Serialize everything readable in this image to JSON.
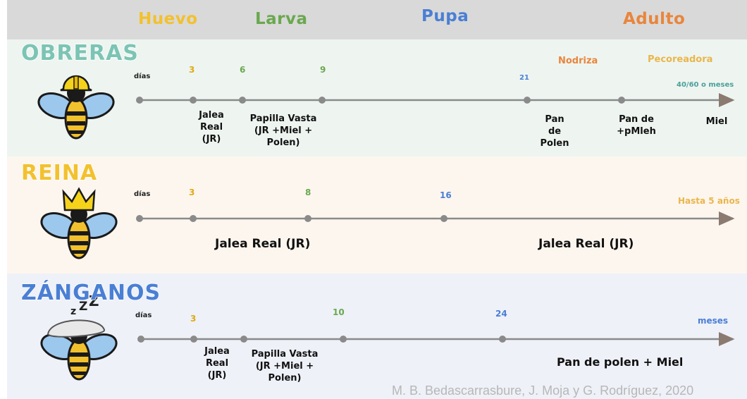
{
  "stages": {
    "huevo": "Huevo",
    "larva": "Larva",
    "pupa": "Pupa",
    "adulto": "Adulto"
  },
  "colors": {
    "huevo": "#f2c12e",
    "larva": "#6aa84f",
    "pupa": "#4a7fd4",
    "adulto": "#e9853c",
    "obreras_bg": "#eef5f1",
    "reina_bg": "#fdf6ef",
    "zanganos_bg": "#eef1f8",
    "obreras_title": "#7cc4b4",
    "reina_title": "#f2c12e",
    "zanganos_title": "#4a7fd4"
  },
  "obreras": {
    "title": "OBRERAS",
    "dias": "días",
    "days": [
      "3",
      "6",
      "9",
      "21"
    ],
    "nodriza": "Nodriza",
    "pecoreadora": "Pecoreadora",
    "end_label": "40/60 o meses",
    "food_jalea": [
      "Jalea",
      "Real",
      "(JR)"
    ],
    "food_papilla": [
      "Papilla Vasta",
      "(JR +Miel +",
      "Polen)"
    ],
    "food_pan_polen": [
      "Pan",
      "de",
      "Polen"
    ],
    "food_pan_miel": [
      "Pan de",
      "+pMleh"
    ],
    "food_miel": "Miel"
  },
  "reina": {
    "title": "REINA",
    "dias": "días",
    "days": [
      "3",
      "8",
      "16"
    ],
    "end_label": "Hasta 5 años",
    "food_left": "Jalea Real (JR)",
    "food_right": "Jalea Real (JR)"
  },
  "zanganos": {
    "title": "ZÁNGANOS",
    "dias": "días",
    "days": [
      "3",
      "10",
      "24"
    ],
    "end_label": "meses",
    "food_jalea": [
      "Jalea",
      "Real",
      "(JR)"
    ],
    "food_papilla": [
      "Papilla Vasta",
      "(JR +Miel +",
      "Polen)"
    ],
    "food_adult": "Pan de polen + Miel"
  },
  "credit": "M. B. Bedascarrasbure, J. Moja y G. Rodríguez, 2020",
  "icons": {
    "worker": "bee-hardhat-icon",
    "queen": "bee-crown-icon",
    "drone": "bee-sleeping-icon"
  }
}
